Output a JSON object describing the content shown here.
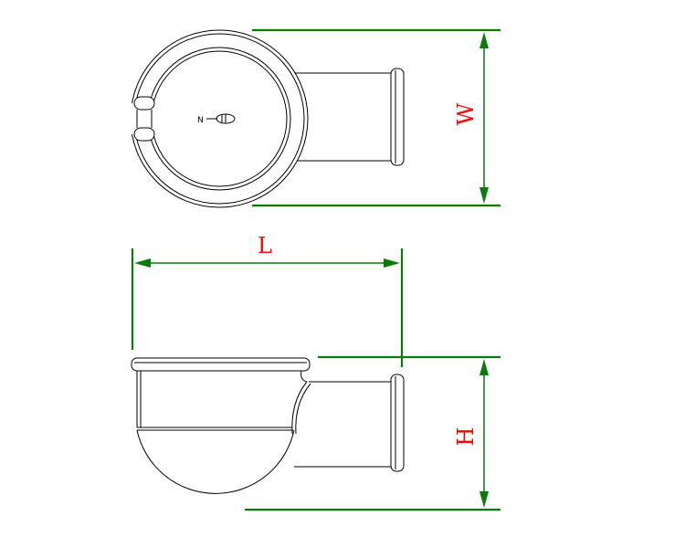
{
  "dimensions": {
    "width_label": "W",
    "length_label": "L",
    "height_label": "H"
  },
  "colors": {
    "dimension_line": "#0a7a0a",
    "dimension_text": "#ff0000",
    "outline": "#000000"
  }
}
